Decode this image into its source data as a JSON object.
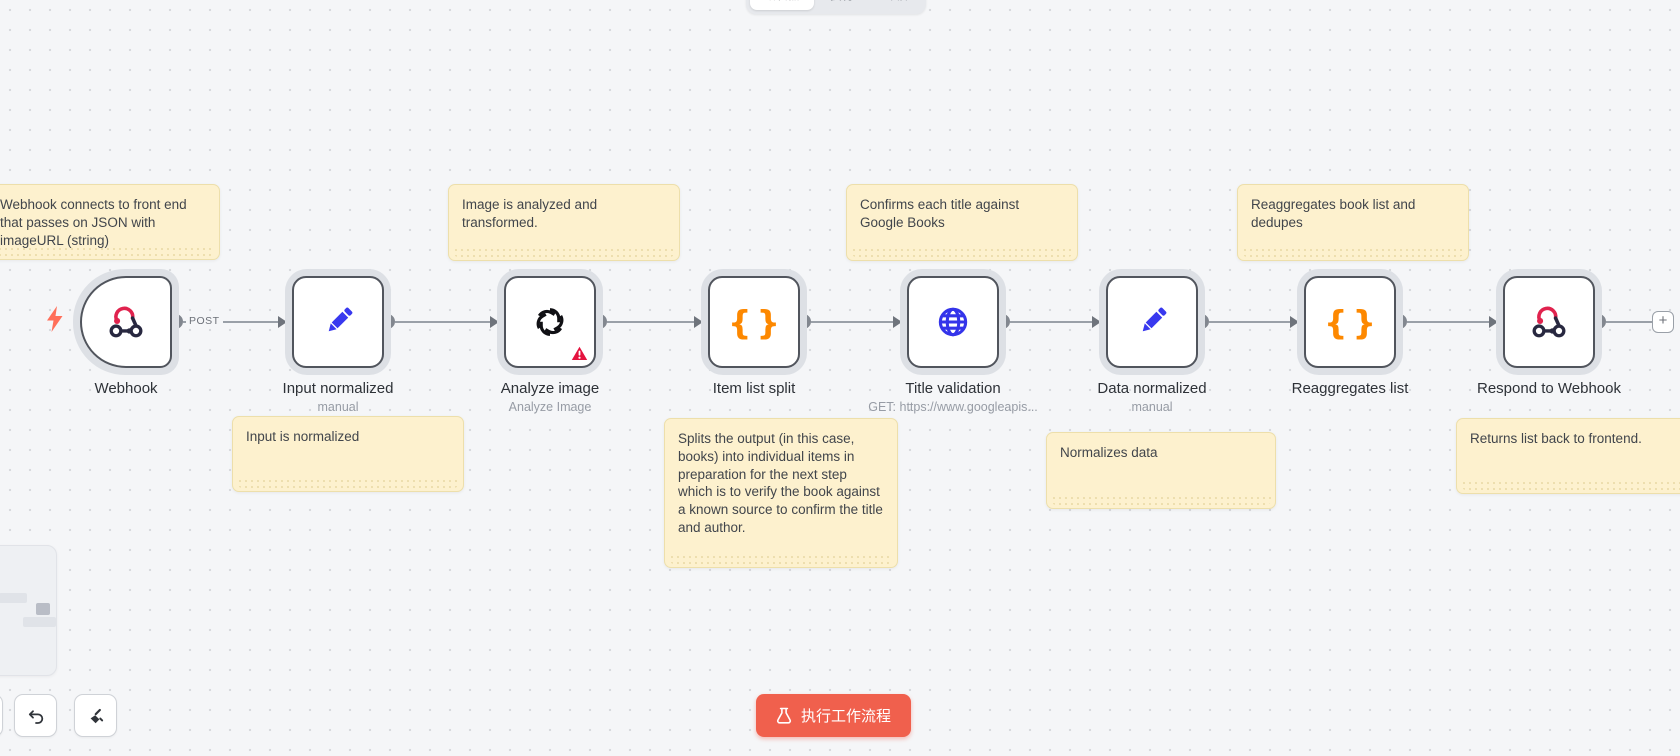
{
  "tabs": [
    {
      "label": "编辑器",
      "active": true
    },
    {
      "label": "执行",
      "active": false
    },
    {
      "label": "评估",
      "active": false
    }
  ],
  "nodes": [
    {
      "name": "Webhook",
      "subtitle": ""
    },
    {
      "name": "Input normalized",
      "subtitle": "manual"
    },
    {
      "name": "Analyze image",
      "subtitle": "Analyze Image"
    },
    {
      "name": "Item list split",
      "subtitle": ""
    },
    {
      "name": "Title validation",
      "subtitle": "GET: https://www.googleapis..."
    },
    {
      "name": "Data normalized",
      "subtitle": "manual"
    },
    {
      "name": "Reaggregates list",
      "subtitle": ""
    },
    {
      "name": "Respond to Webhook",
      "subtitle": ""
    }
  ],
  "sticky_notes": [
    {
      "text": "Webhook connects to front end that passes on JSON with imageURL (string)"
    },
    {
      "text": "Image is analyzed and transformed."
    },
    {
      "text": "Confirms each title against Google Books"
    },
    {
      "text": "Reaggregates book list and dedupes"
    },
    {
      "text": "Input is normalized"
    },
    {
      "text": "Splits the output (in this case, books) into individual items in preparation for the next step which is to verify the book against a known source to confirm the title and author."
    },
    {
      "text": "Normalizes data"
    },
    {
      "text": "Returns list back to frontend."
    }
  ],
  "connections": {
    "post_label": "POST"
  },
  "icons": {
    "braces_glyph": "{}",
    "plus_glyph": "+"
  },
  "toolbar": {
    "execute_label": "执行工作流程"
  },
  "colors": {
    "accent_red": "#f0604d",
    "sticky_bg": "#fdf1ce",
    "braces_orange": "#fd8800",
    "node_blue": "#3838ef",
    "webhook_red": "#e0234e",
    "canvas_bg": "#f5f6f8"
  }
}
